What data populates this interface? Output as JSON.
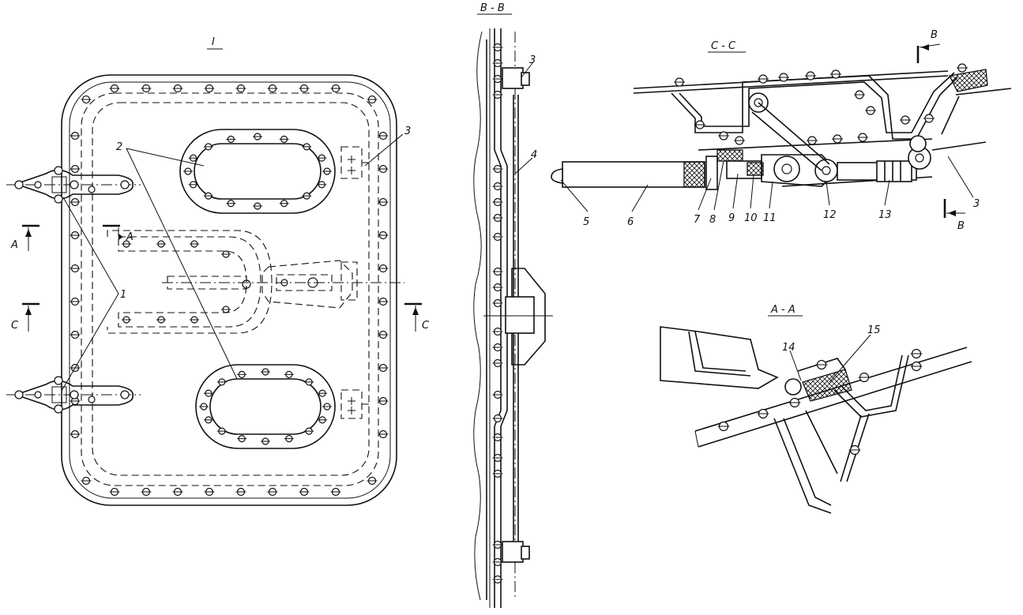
{
  "views": {
    "view_1": {
      "title": "I"
    },
    "section_b": {
      "title": "B - B"
    },
    "section_c": {
      "title": "C - C"
    },
    "section_a": {
      "title": "A - A"
    }
  },
  "cut_markers": {
    "a_left": "A",
    "a_inner": "A",
    "c_left": "C",
    "c_right": "C",
    "b_top": "B",
    "b_bottom": "B"
  },
  "callouts": {
    "n1": "1",
    "n2": "2",
    "n3_view": "3",
    "n3_bb": "3",
    "n4": "4",
    "n3_cc": "3",
    "n5": "5",
    "n6": "6",
    "n7": "7",
    "n8": "8",
    "n9": "9",
    "n10": "10",
    "n11": "11",
    "n12": "12",
    "n13": "13",
    "n14": "14",
    "n15": "15"
  }
}
